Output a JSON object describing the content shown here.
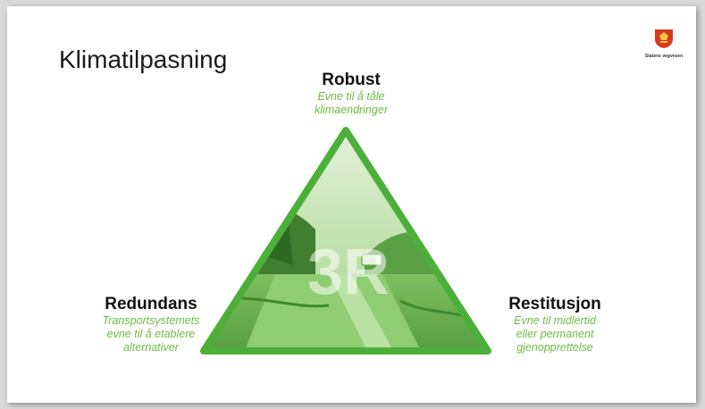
{
  "slide": {
    "title": "Klimatilpasning",
    "logo_caption": "Statens vegvesen",
    "center_mark": "3R"
  },
  "labels": {
    "robust": {
      "head": "Robust",
      "sub_lines": [
        "Evne til å tåle",
        "klimaendringer"
      ]
    },
    "redundans": {
      "head": "Redundans",
      "sub_lines": [
        "Transportsystemets",
        "evne til å etablere",
        "alternativer"
      ]
    },
    "restitusjon": {
      "head": "Restitusjon",
      "sub_lines": [
        "Evne til midlertid",
        "eller permanent",
        "gjenopprettelse"
      ]
    }
  },
  "colors": {
    "accent_green": "#6cbd45",
    "triangle_border": "#4caf3a",
    "logo_red": "#d63a1f"
  },
  "icons": {
    "logo": "statens-vegvesen-logo-icon"
  }
}
